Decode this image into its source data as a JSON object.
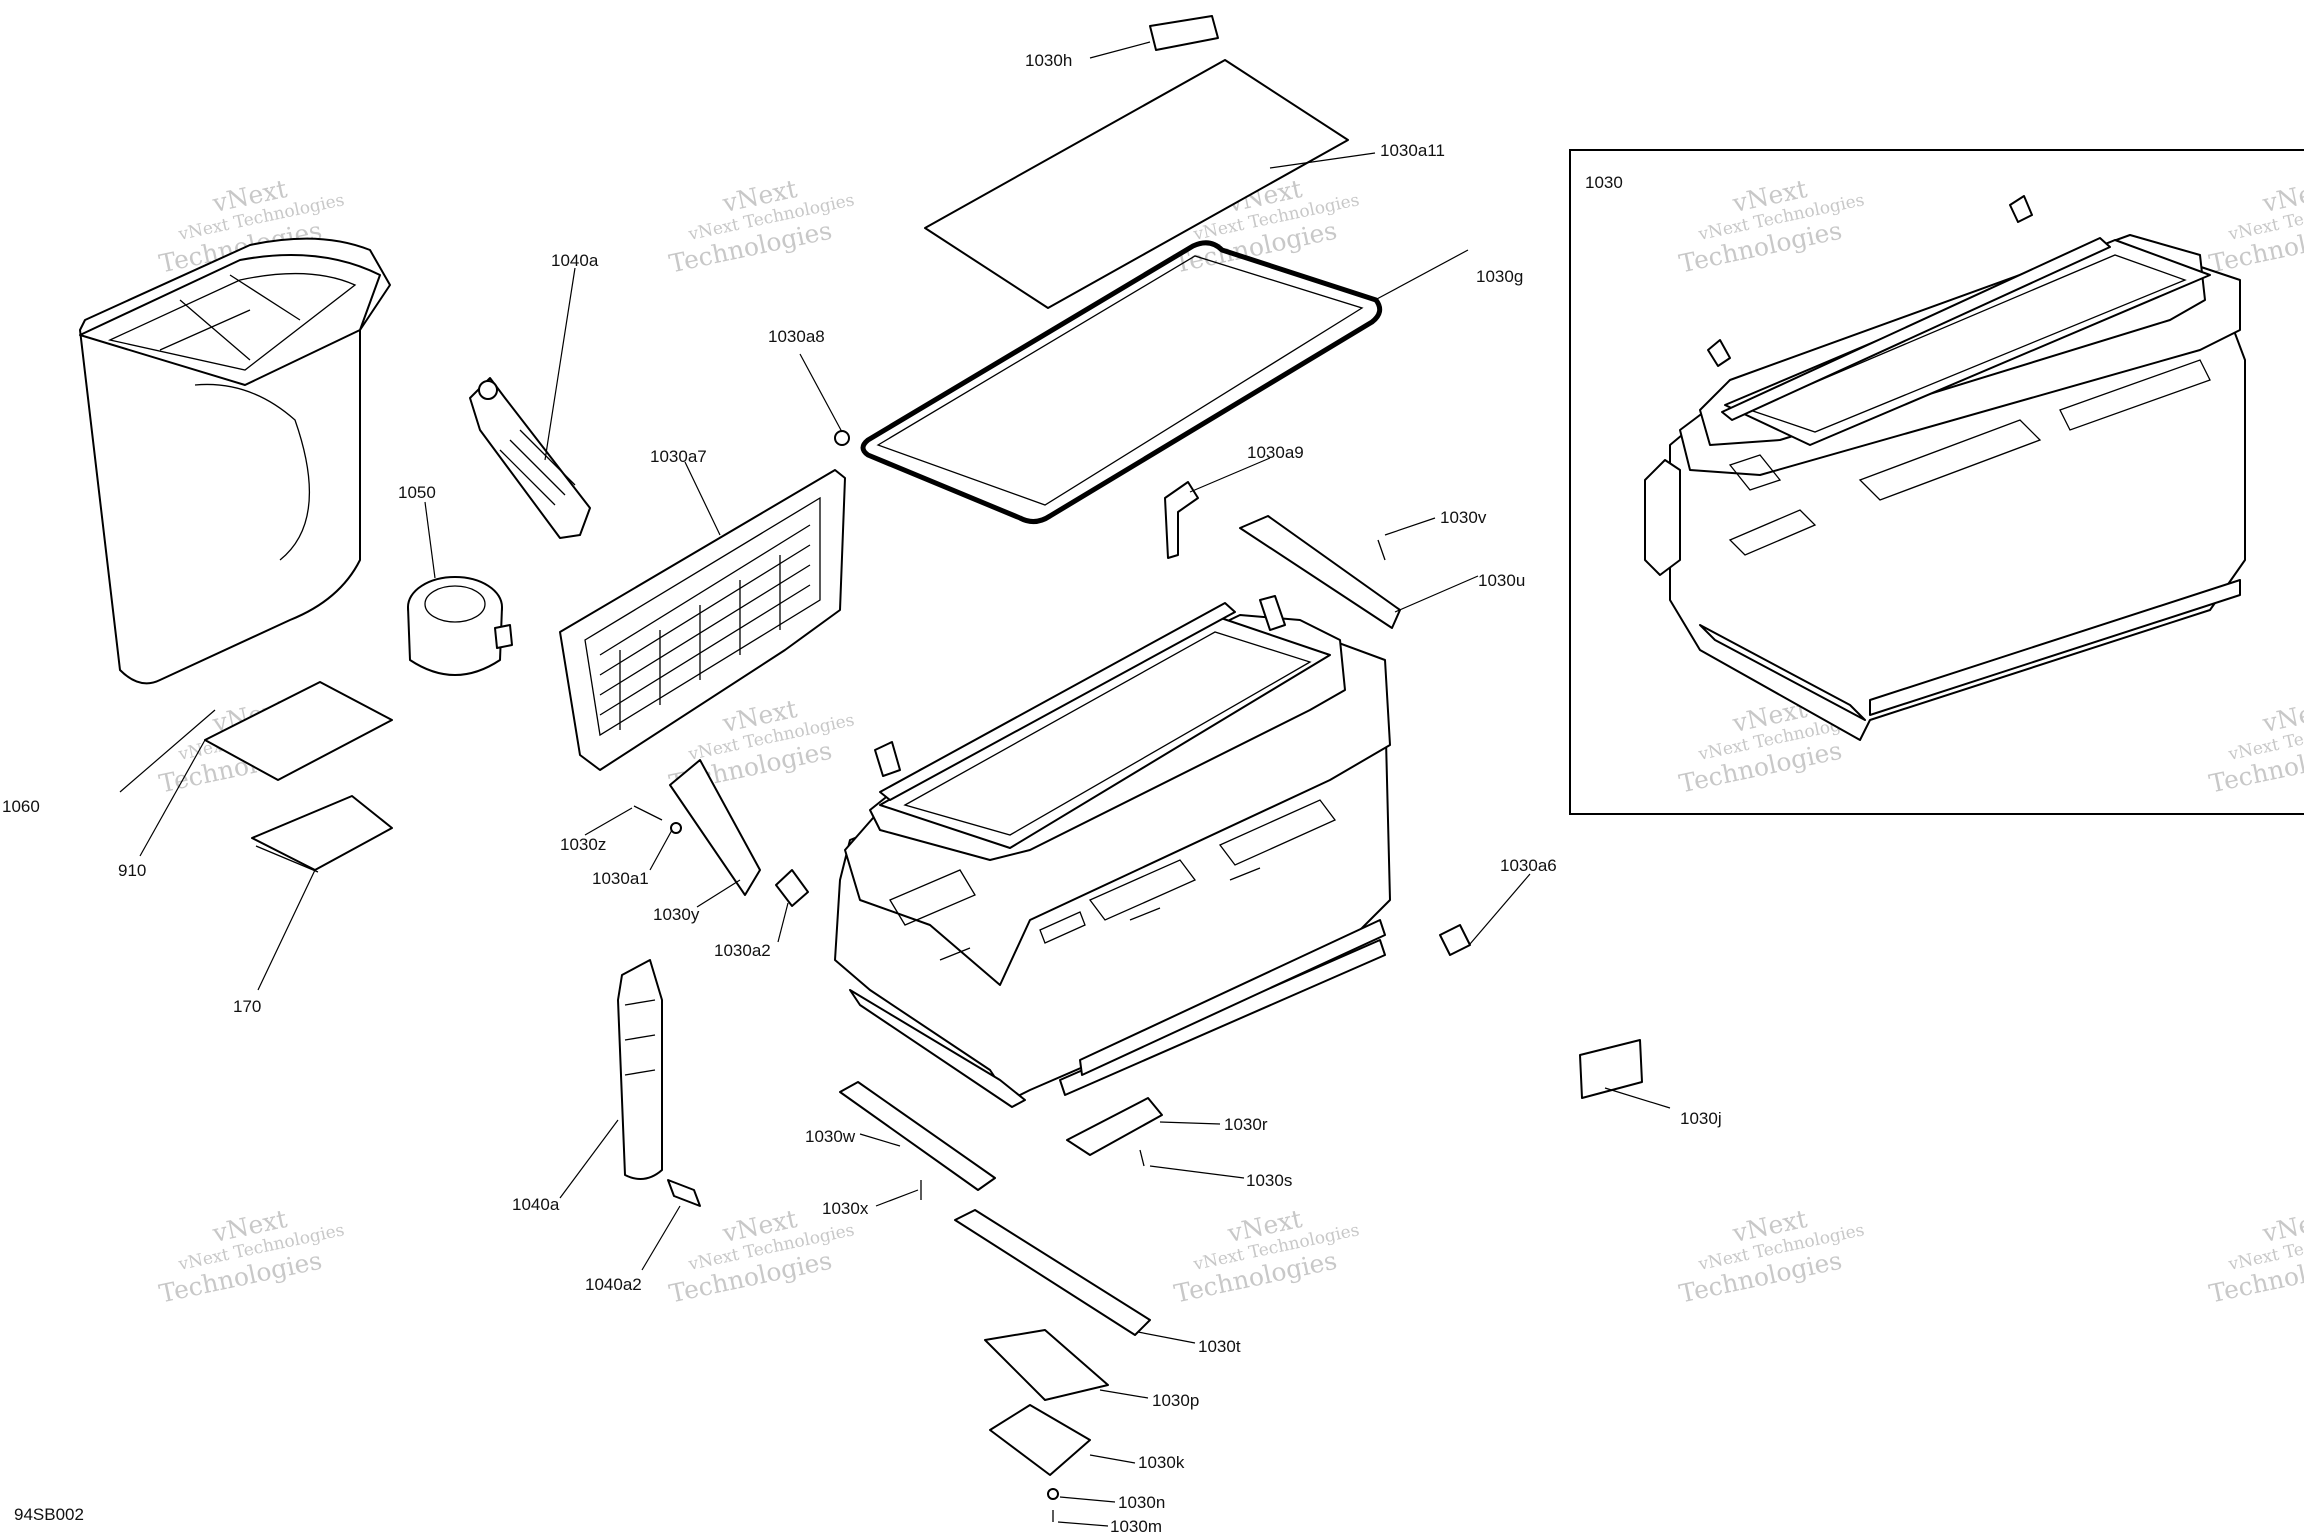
{
  "drawing_code": "94SB002",
  "inset_label": "1030",
  "watermark": {
    "line1": "vNext Technologies",
    "line2": "Technologies",
    "stamp": "vNext"
  },
  "callouts": [
    "1030h",
    "1030a11",
    "1030g",
    "1030a8",
    "1030a9",
    "1030v",
    "1030u",
    "1040a",
    "1050",
    "1030a7",
    "1060",
    "910",
    "170",
    "1030z",
    "1030a1",
    "1030y",
    "1030a2",
    "1030a6",
    "1030j",
    "1030w",
    "1030r",
    "1030s",
    "1030x",
    "1040a",
    "1040a2",
    "1030t",
    "1030p",
    "1030k",
    "1030n",
    "1030m"
  ]
}
